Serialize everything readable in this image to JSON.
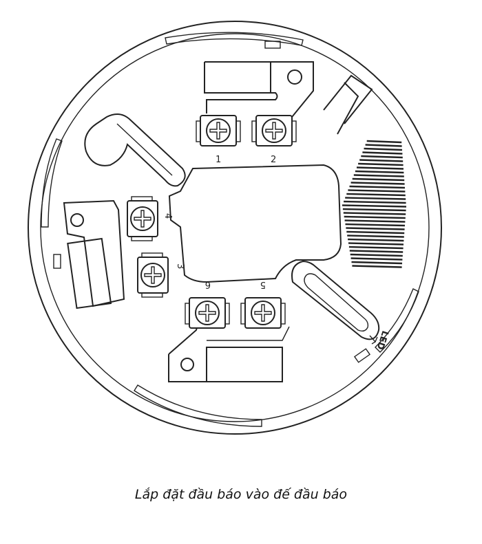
{
  "diagram": {
    "terminal_labels": {
      "t1": "1",
      "t2": "2",
      "t3": "3",
      "t4": "4",
      "t5": "5",
      "t6": "6"
    },
    "led_label": "LED"
  },
  "caption": "Lắp đặt đầu báo vào đế đầu báo"
}
